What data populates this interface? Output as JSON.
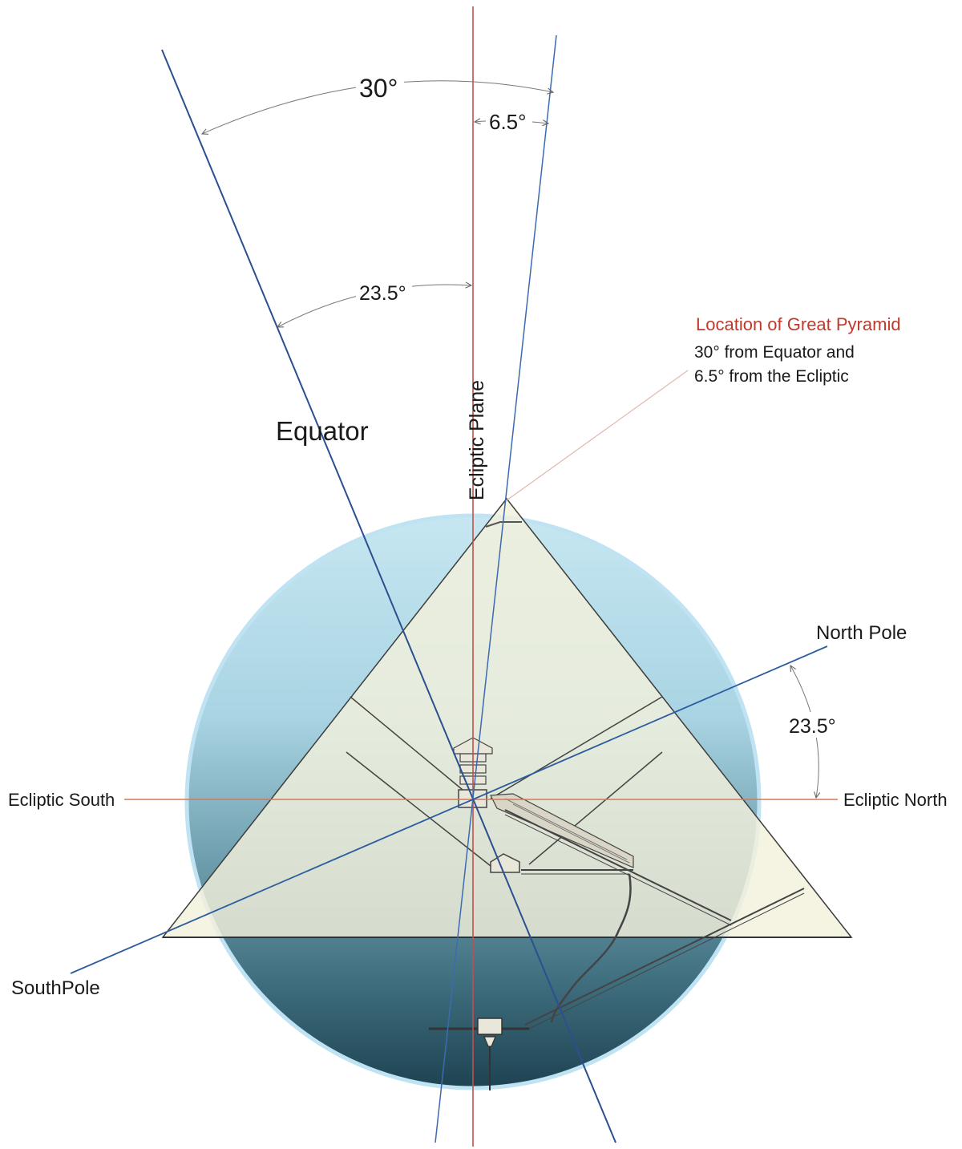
{
  "labels": {
    "angle_30": "30°",
    "angle_6_5": "6.5°",
    "angle_23_5_top": "23.5°",
    "angle_23_5_right": "23.5°",
    "equator": "Equator",
    "ecliptic_plane": "Ecliptic Plane",
    "north_pole": "North Pole",
    "south_pole": "SouthPole",
    "ecliptic_south": "Ecliptic South",
    "ecliptic_north": "Ecliptic North",
    "location_title": "Location of Great Pyramid",
    "location_line1": "30° from Equator and",
    "location_line2": "6.5° from the Ecliptic"
  },
  "colors": {
    "ecliptic_line": "#c0504d",
    "axis_line": "#2b4f8f",
    "pyramid_fill": "#f3f0dc",
    "globe_top": "#bfe3ee",
    "globe_bottom": "#1f4a5a",
    "location_title": "#c0392b"
  }
}
